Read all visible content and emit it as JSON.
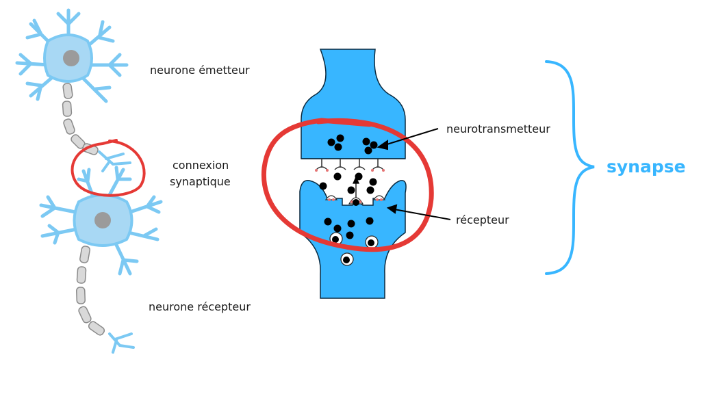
{
  "labels": {
    "sending_neuron": "neurone émetteur",
    "synaptic_connection_line1": "connexion",
    "synaptic_connection_line2": "synaptique",
    "receiving_neuron": "neurone récepteur",
    "neurotransmitter": "neurotransmetteur",
    "receptor": "récepteur",
    "synapse": "synapse"
  },
  "colors": {
    "cell_blue": "#38b6ff",
    "dendrite_blue": "#7cc9f3",
    "soma_fill": "#a8d8f4",
    "nucleus": "#9b9b9b",
    "myelin": "#d9d9d9",
    "highlight_red": "#e53935",
    "ink": "#000000"
  }
}
